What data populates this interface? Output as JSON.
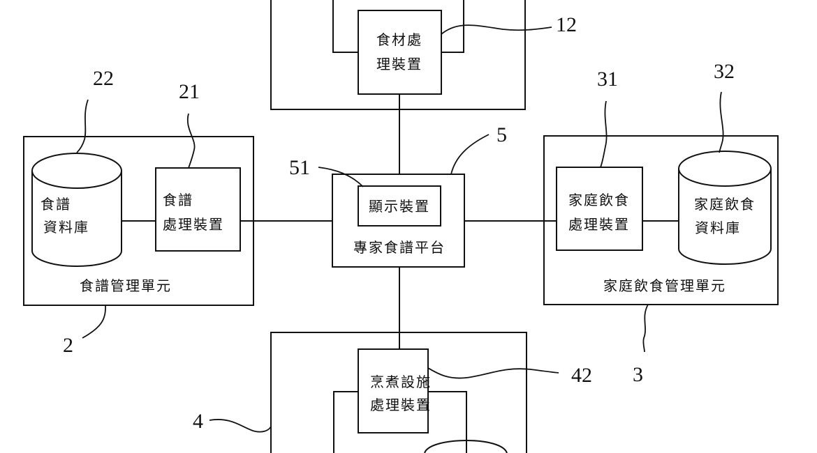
{
  "figure": {
    "type": "patent block diagram",
    "background_color": "#ffffff",
    "line_color": "#111111"
  },
  "nodes": {
    "food_unit": {
      "ref": "12",
      "device_line1": "食材處",
      "device_line2": "理裝置"
    },
    "recipe_unit": {
      "ref": "2",
      "label": "食譜管理單元",
      "database": {
        "ref": "22",
        "line1": "食譜",
        "line2": "資料庫"
      },
      "device": {
        "ref": "21",
        "line1": "食譜",
        "line2": "處理裝置"
      }
    },
    "platform": {
      "ref": "5",
      "label": "專家食譜平台",
      "display": {
        "ref": "51",
        "label": "顯示裝置"
      }
    },
    "home_unit": {
      "ref": "3",
      "label": "家庭飲食管理單元",
      "device": {
        "ref": "31",
        "line1": "家庭飲食",
        "line2": "處理裝置"
      },
      "database": {
        "ref": "32",
        "line1": "家庭飲食",
        "line2": "資料庫"
      }
    },
    "cooking_unit": {
      "ref": "4",
      "device": {
        "ref": "42",
        "line1": "烹煮設施",
        "line2": "處理裝置"
      }
    }
  }
}
